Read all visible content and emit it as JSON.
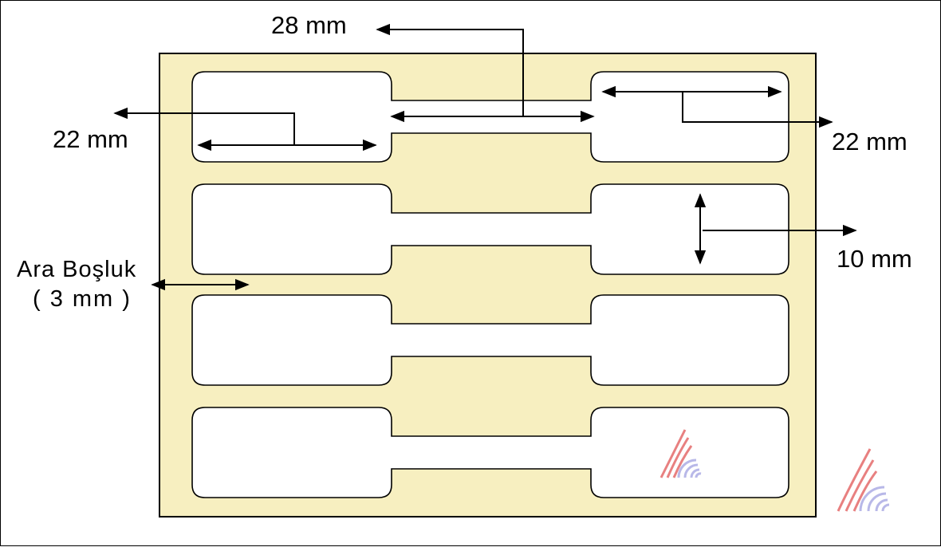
{
  "labels": {
    "top_width": "28 mm",
    "left_width": "22 mm",
    "right_width": "22 mm",
    "height": "10 mm",
    "gap_title": "Ara Boşluk",
    "gap_value": "( 3 mm )"
  },
  "colors": {
    "sheet": "#f7efc0",
    "label": "#ffffff",
    "stroke": "#000000",
    "logo_red": "#e88080",
    "logo_blue": "#b8b8e8"
  },
  "icons": [
    "logo-icon"
  ]
}
